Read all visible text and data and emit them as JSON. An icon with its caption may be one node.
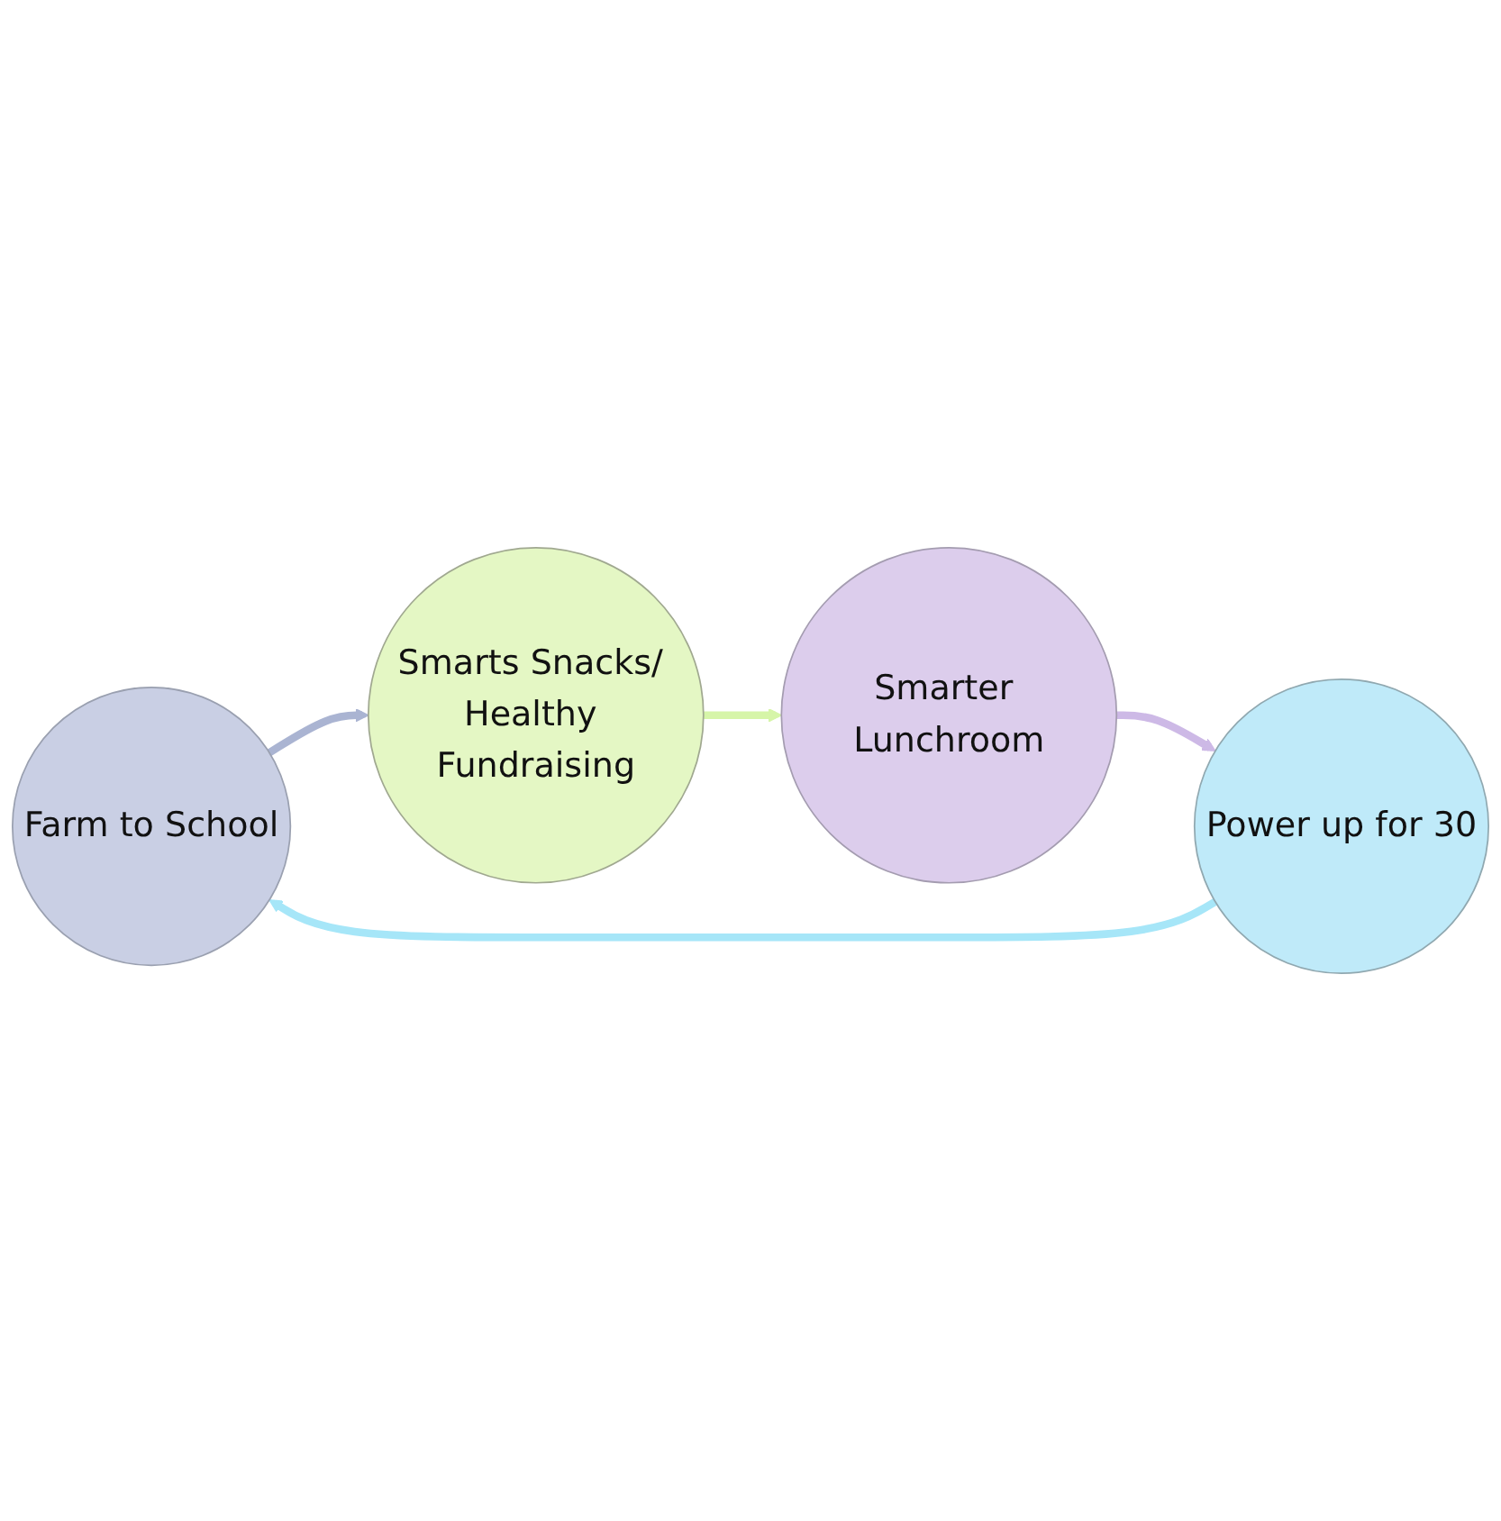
{
  "diagram": {
    "nodes": [
      {
        "text": [
          "Farm to School"
        ]
      },
      {
        "text": [
          "Smarts Snacks/ Healthy Fundraising"
        ]
      },
      {
        "text": [
          "Smarter Lunchroom"
        ]
      },
      {
        "text": [
          "Power up for 30"
        ]
      }
    ],
    "edges": [
      {
        "from": 0,
        "to": 1,
        "arrow": "to",
        "color": "#aab4d2"
      },
      {
        "from": 1,
        "to": 2,
        "arrow": "to",
        "color": "#d6f5a8"
      },
      {
        "from": 2,
        "to": 3,
        "arrow": "to",
        "color": "#cdb9e6"
      },
      {
        "from": 3,
        "to": 0,
        "arrow": "to",
        "color": "#a6e6f8"
      }
    ]
  }
}
